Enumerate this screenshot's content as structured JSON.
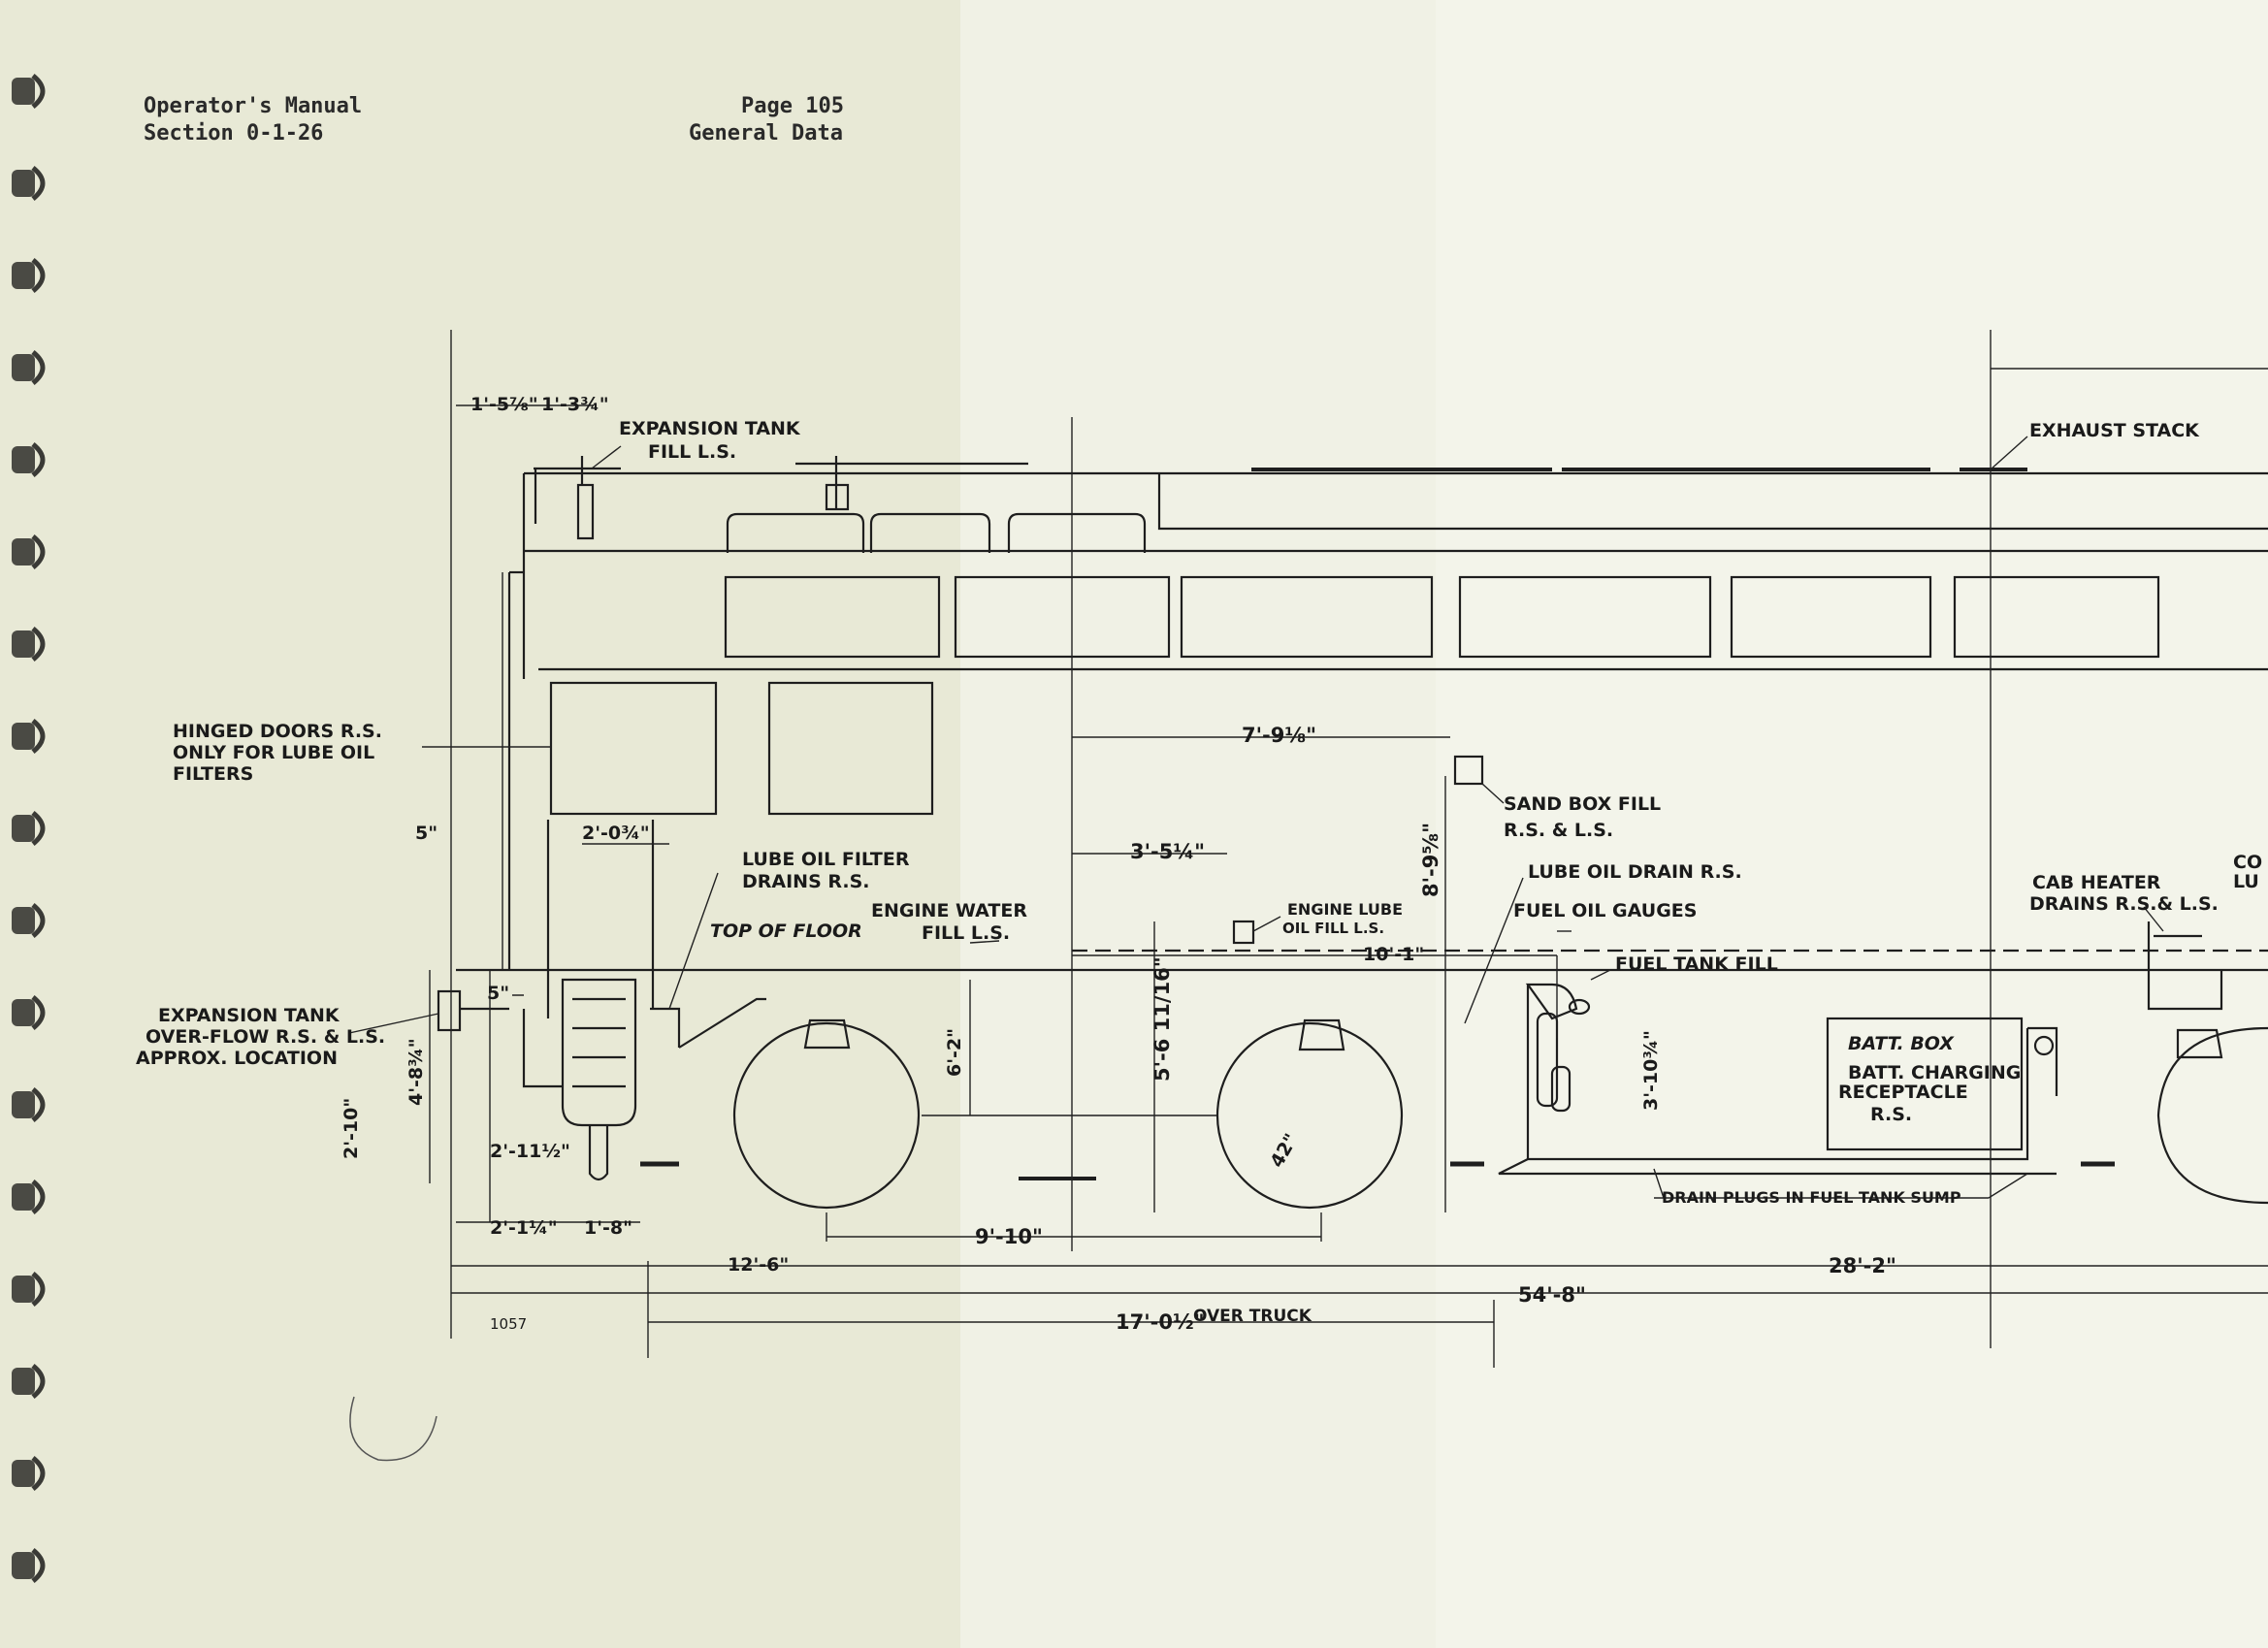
{
  "header": {
    "manual_title": "Operator's Manual",
    "section": "Section 0-1-26",
    "page": "Page 105",
    "subject": "General Data"
  },
  "callouts": {
    "expansion_tank_fill_1": "EXPANSION TANK",
    "expansion_tank_fill_2": "FILL L.S.",
    "exhaust_stack": "EXHAUST STACK",
    "hinged_doors_1": "HINGED DOORS R.S.",
    "hinged_doors_2": "ONLY FOR LUBE OIL",
    "hinged_doors_3": "FILTERS",
    "sand_box_1": "SAND BOX FILL",
    "sand_box_2": "R.S. & L.S.",
    "lube_oil_drain": "LUBE OIL DRAIN R.S.",
    "lube_filter_1": "LUBE OIL FILTER",
    "lube_filter_2": "DRAINS R.S.",
    "engine_water_1": "ENGINE WATER",
    "engine_water_2": "FILL L.S.",
    "top_of_floor": "TOP OF FLOOR",
    "engine_lube_1": "ENGINE LUBE",
    "engine_lube_2": "OIL FILL L.S.",
    "fuel_oil_gauges": "FUEL OIL GAUGES",
    "cab_heater_1": "CAB HEATER",
    "cab_heater_2": "DRAINS R.S.& L.S.",
    "cut_1": "CO",
    "cut_2": "LU",
    "fuel_tank_fill": "FUEL TANK FILL",
    "expansion_overflow_1": "EXPANSION TANK",
    "expansion_overflow_2": "OVER-FLOW R.S. & L.S.",
    "expansion_overflow_3": "APPROX. LOCATION",
    "batt_box": "BATT. BOX",
    "batt_charging_1": "BATT. CHARGING",
    "batt_charging_2": "RECEPTACLE",
    "batt_charging_3": "R.S.",
    "drain_plugs": "DRAIN PLUGS IN FUEL TANK SUMP",
    "over_truck": "OVER TRUCK",
    "drawing_number": "1057"
  },
  "dimensions": {
    "d_1_5_7_8": "1'-5⅞\"",
    "d_1_3_3_4": "1'-3¾\"",
    "d_7_9_1_8": "7'-9⅛\"",
    "d_3_5_1_4": "3'-5¼\"",
    "d_8_9_5_8": "8'-9⅝\"",
    "d_5in": "5\"",
    "d_2_0_3_4": "2'-0¾\"",
    "d_10_1": "10'-1\"",
    "d_5in_b": "5\"",
    "d_6_2": "6'-2\"",
    "d_5_6_11_16": "5'-6 11/16\"",
    "d_3_10_3_4": "3'-10¾\"",
    "d_4_8_3_4": "4'-8¾\"",
    "d_2_10": "2'-10\"",
    "d_2_11_1_2": "2'-11½\"",
    "d_42": "42\"",
    "d_2_1_1_4": "2'-1¼\"",
    "d_1_8": "1'-8\"",
    "d_9_10": "9'-10\"",
    "d_12_6": "12'-6\"",
    "d_28_2": "28'-2\"",
    "d_54_8": "54'-8\"",
    "d_17_0_1_2": "17'-0½\""
  },
  "colors": {
    "paper_left": "#e8e9d6",
    "paper_right": "#f0f1e5",
    "ink": "#1a1a1a"
  }
}
